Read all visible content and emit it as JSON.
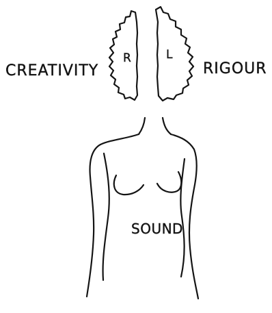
{
  "labels": {
    "left_trait": "CREATIVITY",
    "right_trait": "RIGOUR",
    "right_hemisphere": "R",
    "left_hemisphere": "L",
    "body": "SOUND"
  }
}
